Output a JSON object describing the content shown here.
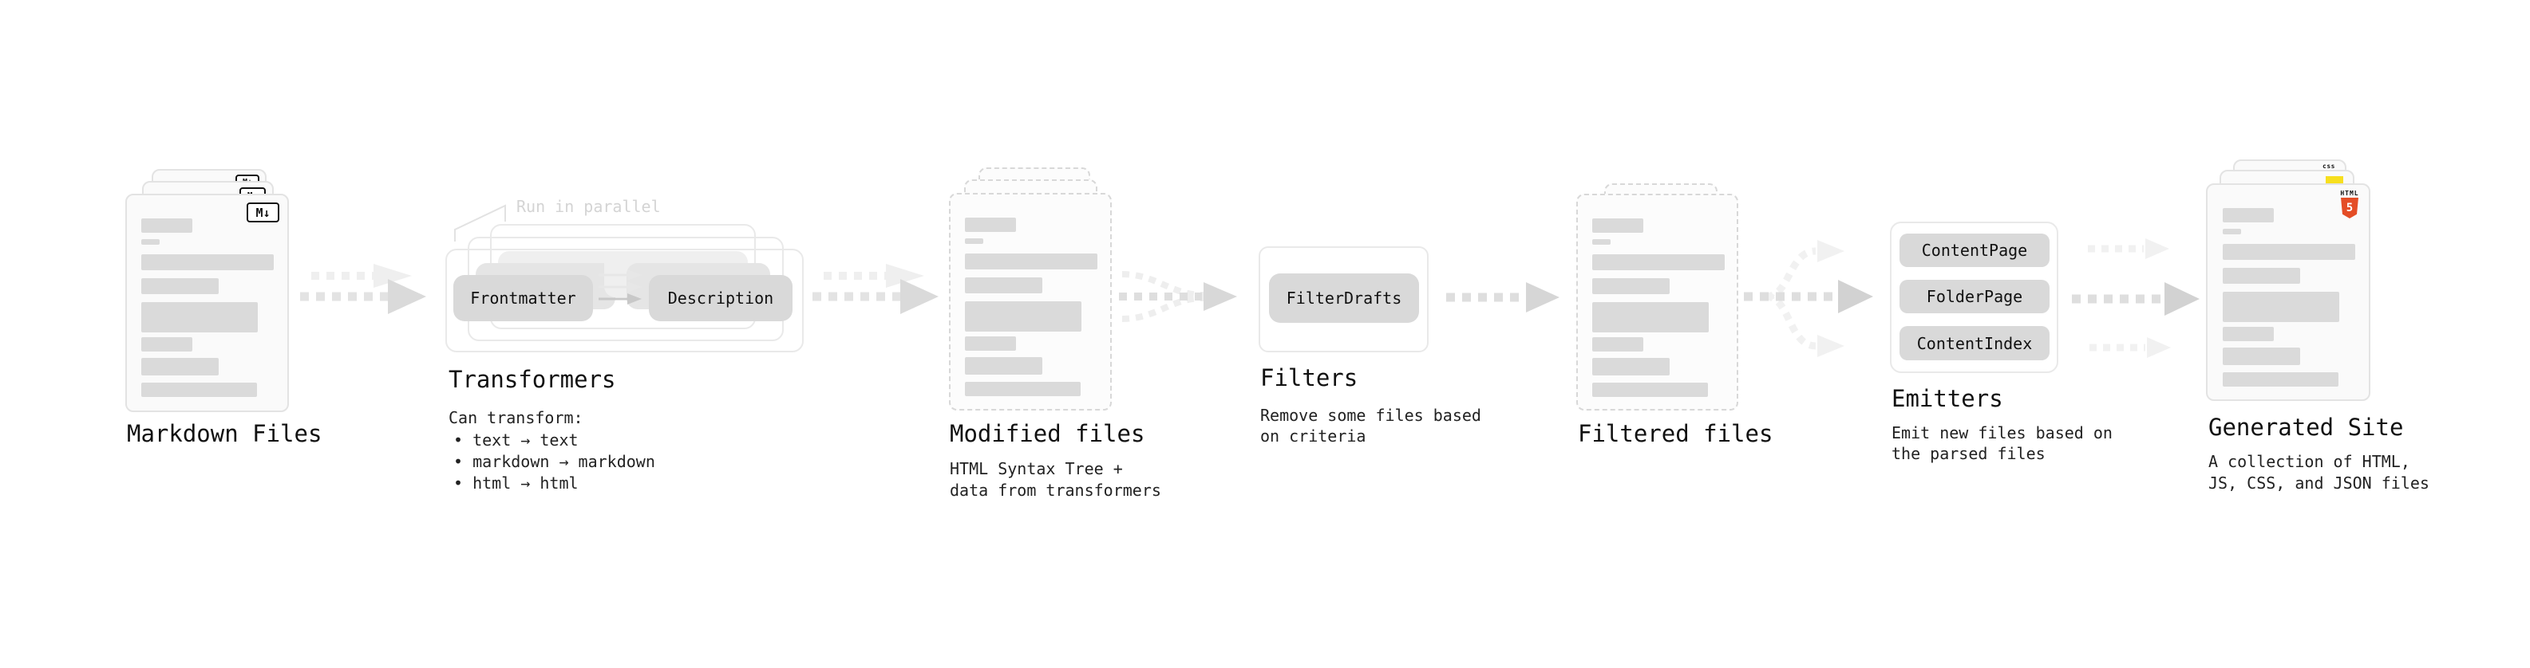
{
  "stages": {
    "markdown": {
      "title": "Markdown Files",
      "badge": "M↓"
    },
    "transformers": {
      "title": "Transformers",
      "annotation": "Run in parallel",
      "buttons": [
        "Frontmatter",
        "Description"
      ],
      "caption": "Can transform:",
      "bullets": [
        "• text → text",
        "• markdown → markdown",
        "• html → html"
      ]
    },
    "modified": {
      "title": "Modified files",
      "caption_lines": [
        "HTML Syntax Tree +",
        "data from transformers"
      ]
    },
    "filters": {
      "title": "Filters",
      "buttons": [
        "FilterDrafts"
      ],
      "caption_lines": [
        "Remove some files based",
        "on criteria"
      ]
    },
    "filtered": {
      "title": "Filtered files"
    },
    "emitters": {
      "title": "Emitters",
      "buttons": [
        "ContentPage",
        "FolderPage",
        "ContentIndex"
      ],
      "caption_lines": [
        "Emit new files based on",
        "the parsed files"
      ]
    },
    "generated": {
      "title": "Generated Site",
      "caption_lines": [
        "A collection of HTML,",
        "JS, CSS, and JSON files"
      ],
      "badges": {
        "html_label": "HTML",
        "html_number": "5",
        "css_label": "css"
      }
    }
  },
  "colors": {
    "html5_shield": "#e44d26",
    "js_badge": "#f7df1e",
    "css_bar": "#2b5ce0",
    "chip_fill": "#d9d9d9",
    "arrow_gray": "#dadada",
    "arrow_light": "#efefef"
  }
}
